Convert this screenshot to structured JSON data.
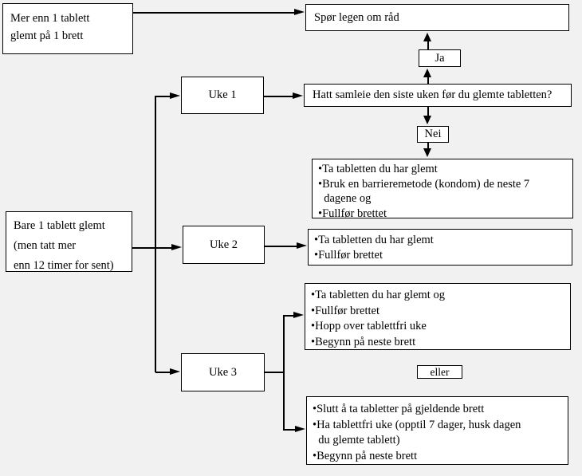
{
  "colors": {
    "background": "#f1f1f1",
    "box_fill": "#ffffff",
    "border": "#000000",
    "text": "#000000"
  },
  "boxes": {
    "mer": {
      "lines": [
        "Mer enn 1 tablett",
        "glemt på 1 brett"
      ]
    },
    "spor": {
      "text": "Spør legen om råd"
    },
    "ja": {
      "text": "Ja"
    },
    "uke1": {
      "text": "Uke 1"
    },
    "hatt": {
      "text": "Hatt samleie den siste uken før du glemte tabletten?"
    },
    "nei": {
      "text": "Nei"
    },
    "r1": {
      "lines": [
        "•Ta tabletten du har glemt",
        "•Bruk en barrieremetode (kondom) de neste 7",
        "  dagene og",
        "•Fullfør brettet"
      ]
    },
    "bare": {
      "lines": [
        "Bare 1 tablett glemt",
        "(men tatt mer",
        "enn 12 timer for sent)"
      ]
    },
    "uke2": {
      "text": "Uke 2"
    },
    "r2": {
      "lines": [
        "•Ta tabletten du har glemt",
        "•Fullfør brettet"
      ]
    },
    "uke3": {
      "text": "Uke 3"
    },
    "r3a": {
      "lines": [
        "•Ta tabletten du har glemt og",
        "•Fullfør brettet",
        "•Hopp over tablettfri uke",
        "•Begynn på neste brett"
      ]
    },
    "eller": {
      "text": "eller"
    },
    "r3b": {
      "lines": [
        "•Slutt å ta tabletter på gjeldende brett",
        "•Ha tablettfri uke (opptil 7 dager, husk dagen",
        "  du glemte tablett)",
        "•Begynn på neste brett"
      ]
    }
  }
}
